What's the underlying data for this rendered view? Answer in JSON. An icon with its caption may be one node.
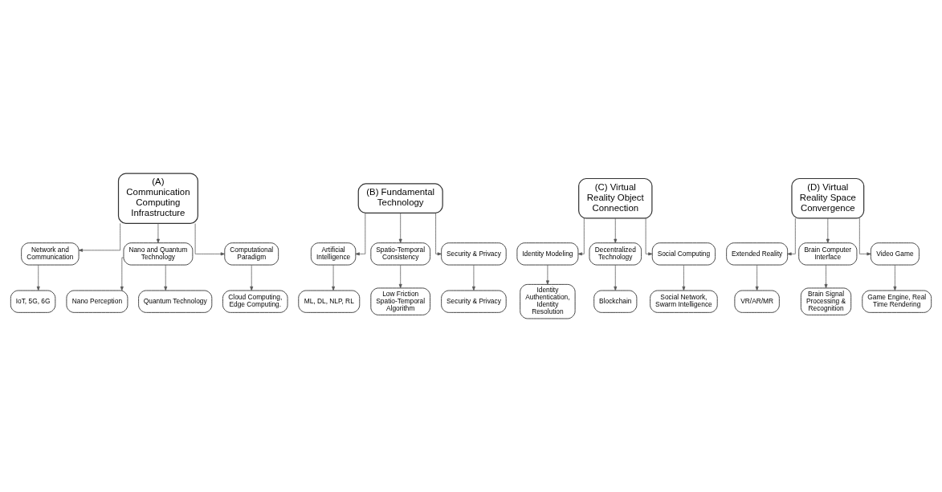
{
  "diagram": {
    "nodes": [
      {
        "text": [
          "(A) Communication Computing Infrastructure"
        ]
      },
      {
        "text": [
          "Network and Communication"
        ]
      },
      {
        "text": [
          "IoT, 5G, 6G"
        ]
      },
      {
        "text": [
          "Nano and Quantum Technology"
        ]
      },
      {
        "text": [
          "Nano Perception"
        ]
      },
      {
        "text": [
          "Quantum Technology"
        ]
      },
      {
        "text": [
          "Computational Paradigm"
        ]
      },
      {
        "text": [
          "Cloud Computing, Edge Computing."
        ]
      },
      {
        "text": [
          "(B) Fundamental Technology"
        ]
      },
      {
        "text": [
          "Artificial Intelligence"
        ]
      },
      {
        "text": [
          "ML, DL, NLP, RL"
        ]
      },
      {
        "text": [
          "Spatio-Temporal Consistency"
        ]
      },
      {
        "text": [
          "Low Friction Spatio-Temporal Algorithm"
        ]
      },
      {
        "text": [
          "Security & Privacy"
        ]
      },
      {
        "text": [
          "Security & Privacy"
        ]
      },
      {
        "text": [
          "(C) Virtual Reality Object Connection"
        ]
      },
      {
        "text": [
          "Identity Modeling"
        ]
      },
      {
        "text": [
          "Identity Authentication, Identity Resolution"
        ]
      },
      {
        "text": [
          "Decentralized Technology"
        ]
      },
      {
        "text": [
          "Blockchain"
        ]
      },
      {
        "text": [
          "Social Computing"
        ]
      },
      {
        "text": [
          "Social Network, Swarm Intelligence"
        ]
      },
      {
        "text": [
          "(D) Virtual Reality Space Convergence"
        ]
      },
      {
        "text": [
          "Extended Reality"
        ]
      },
      {
        "text": [
          "VR/AR/MR"
        ]
      },
      {
        "text": [
          "Brain Computer Interface"
        ]
      },
      {
        "text": [
          "Brain Signal Processing & Recognition"
        ]
      },
      {
        "text": [
          "Video Game"
        ]
      },
      {
        "text": [
          "Game Engine, Real Time Rendering"
        ]
      }
    ],
    "edges": [
      {
        "from": 0,
        "to": 1,
        "arrow": "to"
      },
      {
        "from": 0,
        "to": 3,
        "arrow": "to"
      },
      {
        "from": 0,
        "to": 6,
        "arrow": "to"
      },
      {
        "from": 1,
        "to": 2,
        "arrow": "to"
      },
      {
        "from": 3,
        "to": 4,
        "arrow": "to"
      },
      {
        "from": 3,
        "to": 5,
        "arrow": "to"
      },
      {
        "from": 6,
        "to": 7,
        "arrow": "to"
      },
      {
        "from": 8,
        "to": 9,
        "arrow": "to"
      },
      {
        "from": 8,
        "to": 11,
        "arrow": "to"
      },
      {
        "from": 8,
        "to": 13,
        "arrow": "to"
      },
      {
        "from": 9,
        "to": 10,
        "arrow": "to"
      },
      {
        "from": 11,
        "to": 12,
        "arrow": "to"
      },
      {
        "from": 13,
        "to": 14,
        "arrow": "to"
      },
      {
        "from": 15,
        "to": 16,
        "arrow": "to"
      },
      {
        "from": 15,
        "to": 18,
        "arrow": "to"
      },
      {
        "from": 15,
        "to": 20,
        "arrow": "to"
      },
      {
        "from": 16,
        "to": 17,
        "arrow": "to"
      },
      {
        "from": 18,
        "to": 19,
        "arrow": "to"
      },
      {
        "from": 20,
        "to": 21,
        "arrow": "to"
      },
      {
        "from": 22,
        "to": 23,
        "arrow": "to"
      },
      {
        "from": 22,
        "to": 25,
        "arrow": "to"
      },
      {
        "from": 22,
        "to": 27,
        "arrow": "to"
      },
      {
        "from": 23,
        "to": 24,
        "arrow": "to"
      },
      {
        "from": 25,
        "to": 26,
        "arrow": "to"
      },
      {
        "from": 27,
        "to": 28,
        "arrow": "to"
      }
    ]
  }
}
